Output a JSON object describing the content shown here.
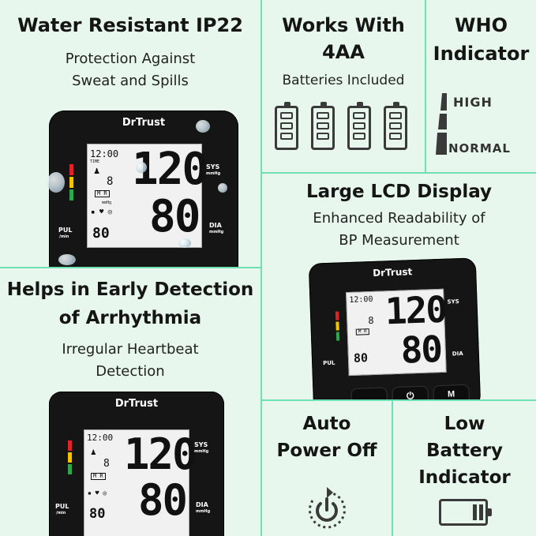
{
  "water": {
    "title": "Water Resistant IP22",
    "subtitle_line1": "Protection Against",
    "subtitle_line2": "Sweat and Spills"
  },
  "batteries": {
    "title_line1": "Works With",
    "title_line2": "4AA",
    "subtitle": "Batteries Included"
  },
  "who": {
    "title_line1": "WHO",
    "title_line2": "Indicator",
    "high_label": "HIGH",
    "normal_label": "NORMAL"
  },
  "lcd_feature": {
    "title": "Large LCD Display",
    "subtitle_line1": "Enhanced Readability of",
    "subtitle_line2": "BP Measurement"
  },
  "arrhythmia": {
    "title_line1": "Helps in Early Detection",
    "title_line2": "of Arrhythmia",
    "subtitle_line1": "Irregular Heartbeat",
    "subtitle_line2": "Detection"
  },
  "auto_off": {
    "title_line1": "Auto",
    "title_line2": "Power Off"
  },
  "low_battery": {
    "title_line1": "Low",
    "title_line2": "Battery",
    "title_line3": "Indicator"
  },
  "device": {
    "brand": "DrTrust",
    "time": "12:00",
    "time_label": "TIME",
    "sys_value": "120",
    "dia_value": "80",
    "pulse_value": "80",
    "memory_number": "8",
    "mr_label": "M R",
    "mmhg_label": "mmHg",
    "sys_label": "SYS",
    "sys_unit": "mmHg",
    "dia_label": "DIA",
    "dia_unit": "mmHg",
    "pul_label": "PUL",
    "pul_unit": "/min",
    "memory_button": "M"
  },
  "colors": {
    "accent_green": "#6fe0b1",
    "background": "#e8f7ee",
    "device_black": "#151515",
    "icon_gray": "#3a3a3a",
    "led_red": "#e0242a",
    "led_yellow": "#f2c400",
    "led_green": "#2ea84a"
  }
}
